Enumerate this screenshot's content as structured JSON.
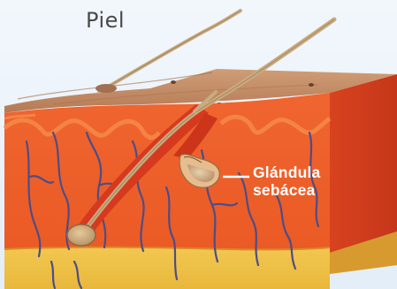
{
  "title": "Piel",
  "annotation": {
    "line1": "Glándula",
    "line2": "sebácea"
  },
  "colors": {
    "background": "#edf5fb",
    "epidermis": "#c08a63",
    "dermis": "#ee5a28",
    "dermis_light": "#f48645",
    "follicle_sheath": "#d93b1f",
    "hypodermis": "#f0c24a",
    "hair": "#c9ab80",
    "vessels": "#4d4d86",
    "label_text": "#ffffff"
  }
}
